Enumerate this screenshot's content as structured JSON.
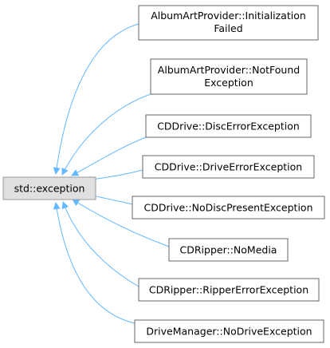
{
  "diagram": {
    "base": {
      "label": "std::exception"
    },
    "derived": [
      {
        "id": "album-art-provider-initialization-failed",
        "lines": [
          "AlbumArtProvider::Initialization",
          "Failed"
        ]
      },
      {
        "id": "album-art-provider-not-found-exception",
        "lines": [
          "AlbumArtProvider::NotFound",
          "Exception"
        ]
      },
      {
        "id": "cd-drive-disc-error-exception",
        "lines": [
          "CDDrive::DiscErrorException"
        ]
      },
      {
        "id": "cd-drive-drive-error-exception",
        "lines": [
          "CDDrive::DriveErrorException"
        ]
      },
      {
        "id": "cd-drive-no-disc-present-exception",
        "lines": [
          "CDDrive::NoDiscPresentException"
        ]
      },
      {
        "id": "cd-ripper-no-media",
        "lines": [
          "CDRipper::NoMedia"
        ]
      },
      {
        "id": "cd-ripper-ripper-error-exception",
        "lines": [
          "CDRipper::RipperErrorException"
        ]
      },
      {
        "id": "drive-manager-no-drive-exception",
        "lines": [
          "DriveManager::NoDriveException"
        ]
      }
    ],
    "colors": {
      "edge": "#63b8ff",
      "box_border": "#666666",
      "base_fill": "#e0e0e0",
      "base_border": "#999999",
      "derived_fill": "#ffffff"
    }
  }
}
